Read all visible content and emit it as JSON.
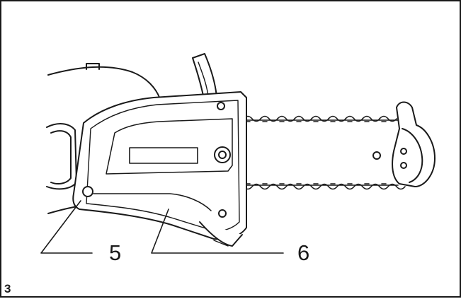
{
  "figure": {
    "number": "3",
    "callouts": [
      {
        "label": "5",
        "part": "chain-adjusting-screw"
      },
      {
        "label": "6",
        "part": "sprocket-cover"
      }
    ]
  },
  "colors": {
    "line": "#1a1a1a",
    "fill": "#ffffff"
  }
}
